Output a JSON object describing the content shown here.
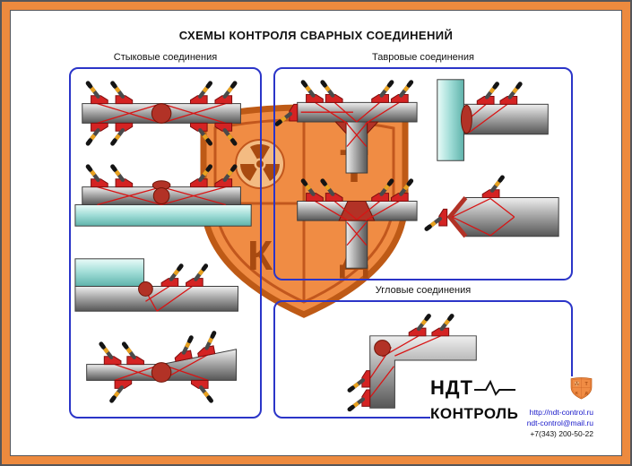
{
  "title": "СХЕМЫ КОНТРОЛЯ СВАРНЫХ СОЕДИНЕНИЙ",
  "panels": {
    "butt_label": "Стыковые соединения",
    "tee_label": "Тавровые соединения",
    "corner_label": "Угловые соединения"
  },
  "logo": {
    "brand_top": "НДТ",
    "brand_bottom": "КОНТРОЛЬ",
    "website": "http://ndt-control.ru",
    "email": "ndt-control@mail.ru",
    "phone": "+7(343) 200-50-22"
  },
  "emblem": {
    "letter_tr": "Т",
    "letter_bl": "К",
    "letter_br": "Д"
  },
  "colors": {
    "frame_orange": "#ED8A3E",
    "panel_border_blue": "#2B35C8",
    "beam_red": "#D81414",
    "weld_red": "#B23226",
    "probe_red": "#D42323",
    "plate_cyan": "#8FD2CB",
    "shield_orange": "#F08C44"
  },
  "icons": {
    "radiation_icon": "trefoil",
    "pulse_icon": "ecg-zigzag",
    "shield_icon": "heraldic-shield",
    "transducer_icon": "angle-beam-probe"
  }
}
